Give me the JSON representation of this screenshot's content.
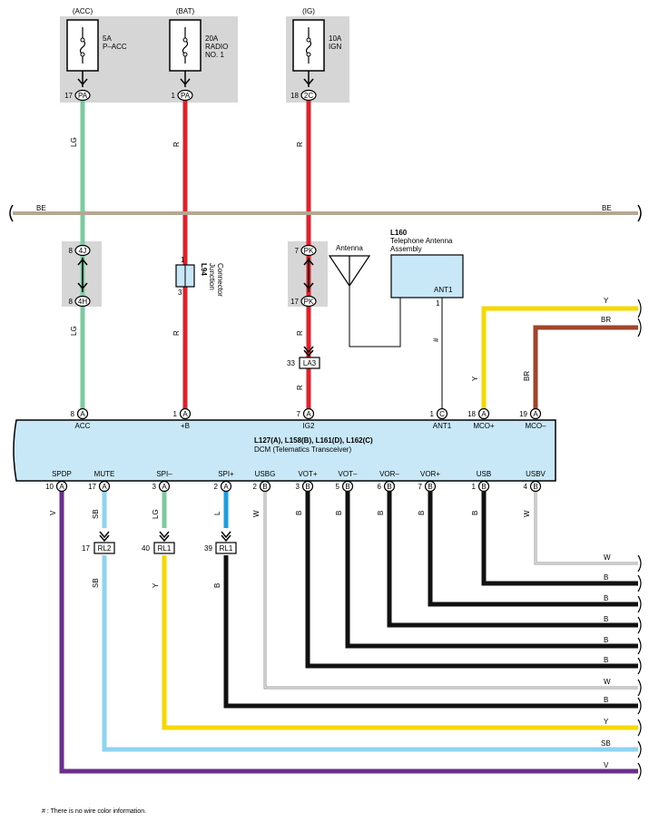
{
  "fuses": [
    {
      "group": "(ACC)",
      "rating": "5A",
      "name": "P–ACC",
      "name2": "",
      "pin": "17",
      "conn": "PA"
    },
    {
      "group": "(BAT)",
      "rating": "20A",
      "name": "RADIO",
      "name2": "NO. 1",
      "pin": "1",
      "conn": "PA"
    },
    {
      "group": "(IG)",
      "rating": "10A",
      "name": "IGN",
      "name2": "",
      "pin": "18",
      "conn": "2C"
    }
  ],
  "bus": {
    "color_label_left": "BE",
    "color_label_right": "BE"
  },
  "junctions": {
    "acc_top": {
      "pin": "8",
      "conn": "4J"
    },
    "acc_bottom": {
      "pin": "8",
      "conn": "4H"
    },
    "ig_top": {
      "pin": "7",
      "conn": "PK"
    },
    "ig_bottom": {
      "pin": "17",
      "conn": "PK"
    },
    "l94": {
      "code": "L94",
      "name1": "Junction",
      "name2": "Connector",
      "pin_top": "1",
      "pin_bottom": "3"
    },
    "la3": {
      "pin": "33",
      "conn": "LA3"
    }
  },
  "antenna": {
    "label": "Antenna"
  },
  "l160": {
    "code": "L160",
    "name1": "Telephone Antenna",
    "name2": "Assembly",
    "terminal": "ANT1",
    "pin": "1",
    "hash": "#"
  },
  "dcm": {
    "codes": "L127(A), L158(B), L161(D), L162(C)",
    "name": "DCM (Telematics Transceiver)",
    "top_pins": [
      {
        "pin": "8",
        "conn": "A",
        "label": "ACC",
        "wire": "LG"
      },
      {
        "pin": "1",
        "conn": "A",
        "label": "+B",
        "wire": "R"
      },
      {
        "pin": "7",
        "conn": "A",
        "label": "IG2",
        "wire": "R"
      },
      {
        "pin": "1",
        "conn": "C",
        "label": "ANT1",
        "wire": "#"
      },
      {
        "pin": "18",
        "conn": "A",
        "label": "MCO+",
        "wire": "Y"
      },
      {
        "pin": "19",
        "conn": "A",
        "label": "MCO–",
        "wire": "BR"
      }
    ],
    "bottom_pins": [
      {
        "pin": "10",
        "conn": "A",
        "label": "SPDP",
        "wire": "V"
      },
      {
        "pin": "17",
        "conn": "A",
        "label": "MUTE",
        "wire": "SB"
      },
      {
        "pin": "3",
        "conn": "A",
        "label": "SPI–",
        "wire": "LG"
      },
      {
        "pin": "2",
        "conn": "A",
        "label": "SPI+",
        "wire": "L"
      },
      {
        "pin": "2",
        "conn": "B",
        "label": "USBG",
        "wire": "W"
      },
      {
        "pin": "3",
        "conn": "B",
        "label": "VOT+",
        "wire": "B"
      },
      {
        "pin": "5",
        "conn": "B",
        "label": "VOT–",
        "wire": "B"
      },
      {
        "pin": "6",
        "conn": "B",
        "label": "VOR–",
        "wire": "B"
      },
      {
        "pin": "7",
        "conn": "B",
        "label": "VOR+",
        "wire": "B"
      },
      {
        "pin": "1",
        "conn": "B",
        "label": "USB",
        "wire": "B"
      },
      {
        "pin": "4",
        "conn": "B",
        "label": "USBV",
        "wire": "W"
      }
    ]
  },
  "upper_right_wires": {
    "mco_plus": "Y",
    "mco_minus": "BR"
  },
  "relay_connectors": [
    {
      "pin": "17",
      "conn": "RL2",
      "wire_after": "SB"
    },
    {
      "pin": "40",
      "conn": "RL1",
      "wire_after": "Y"
    },
    {
      "pin": "39",
      "conn": "RL1",
      "wire_after": "B"
    }
  ],
  "right_wire_labels": [
    "W",
    "B",
    "B",
    "B",
    "B",
    "B",
    "W",
    "B",
    "Y",
    "SB",
    "V"
  ],
  "footnote": "# : There is no wire color information.",
  "colors": {
    "LG": "#7fc9a0",
    "R": "#e0202a",
    "BE": "#b5a792",
    "Y": "#f5d800",
    "BR": "#a0452a",
    "SB": "#8fd3f2",
    "L": "#1a9fe0",
    "W": "#aaaaaa",
    "B": "#111111",
    "V": "#6a2e8c",
    "dcm_fill": "#c8e7f7",
    "fuse_bg": "#d6d6d6"
  }
}
